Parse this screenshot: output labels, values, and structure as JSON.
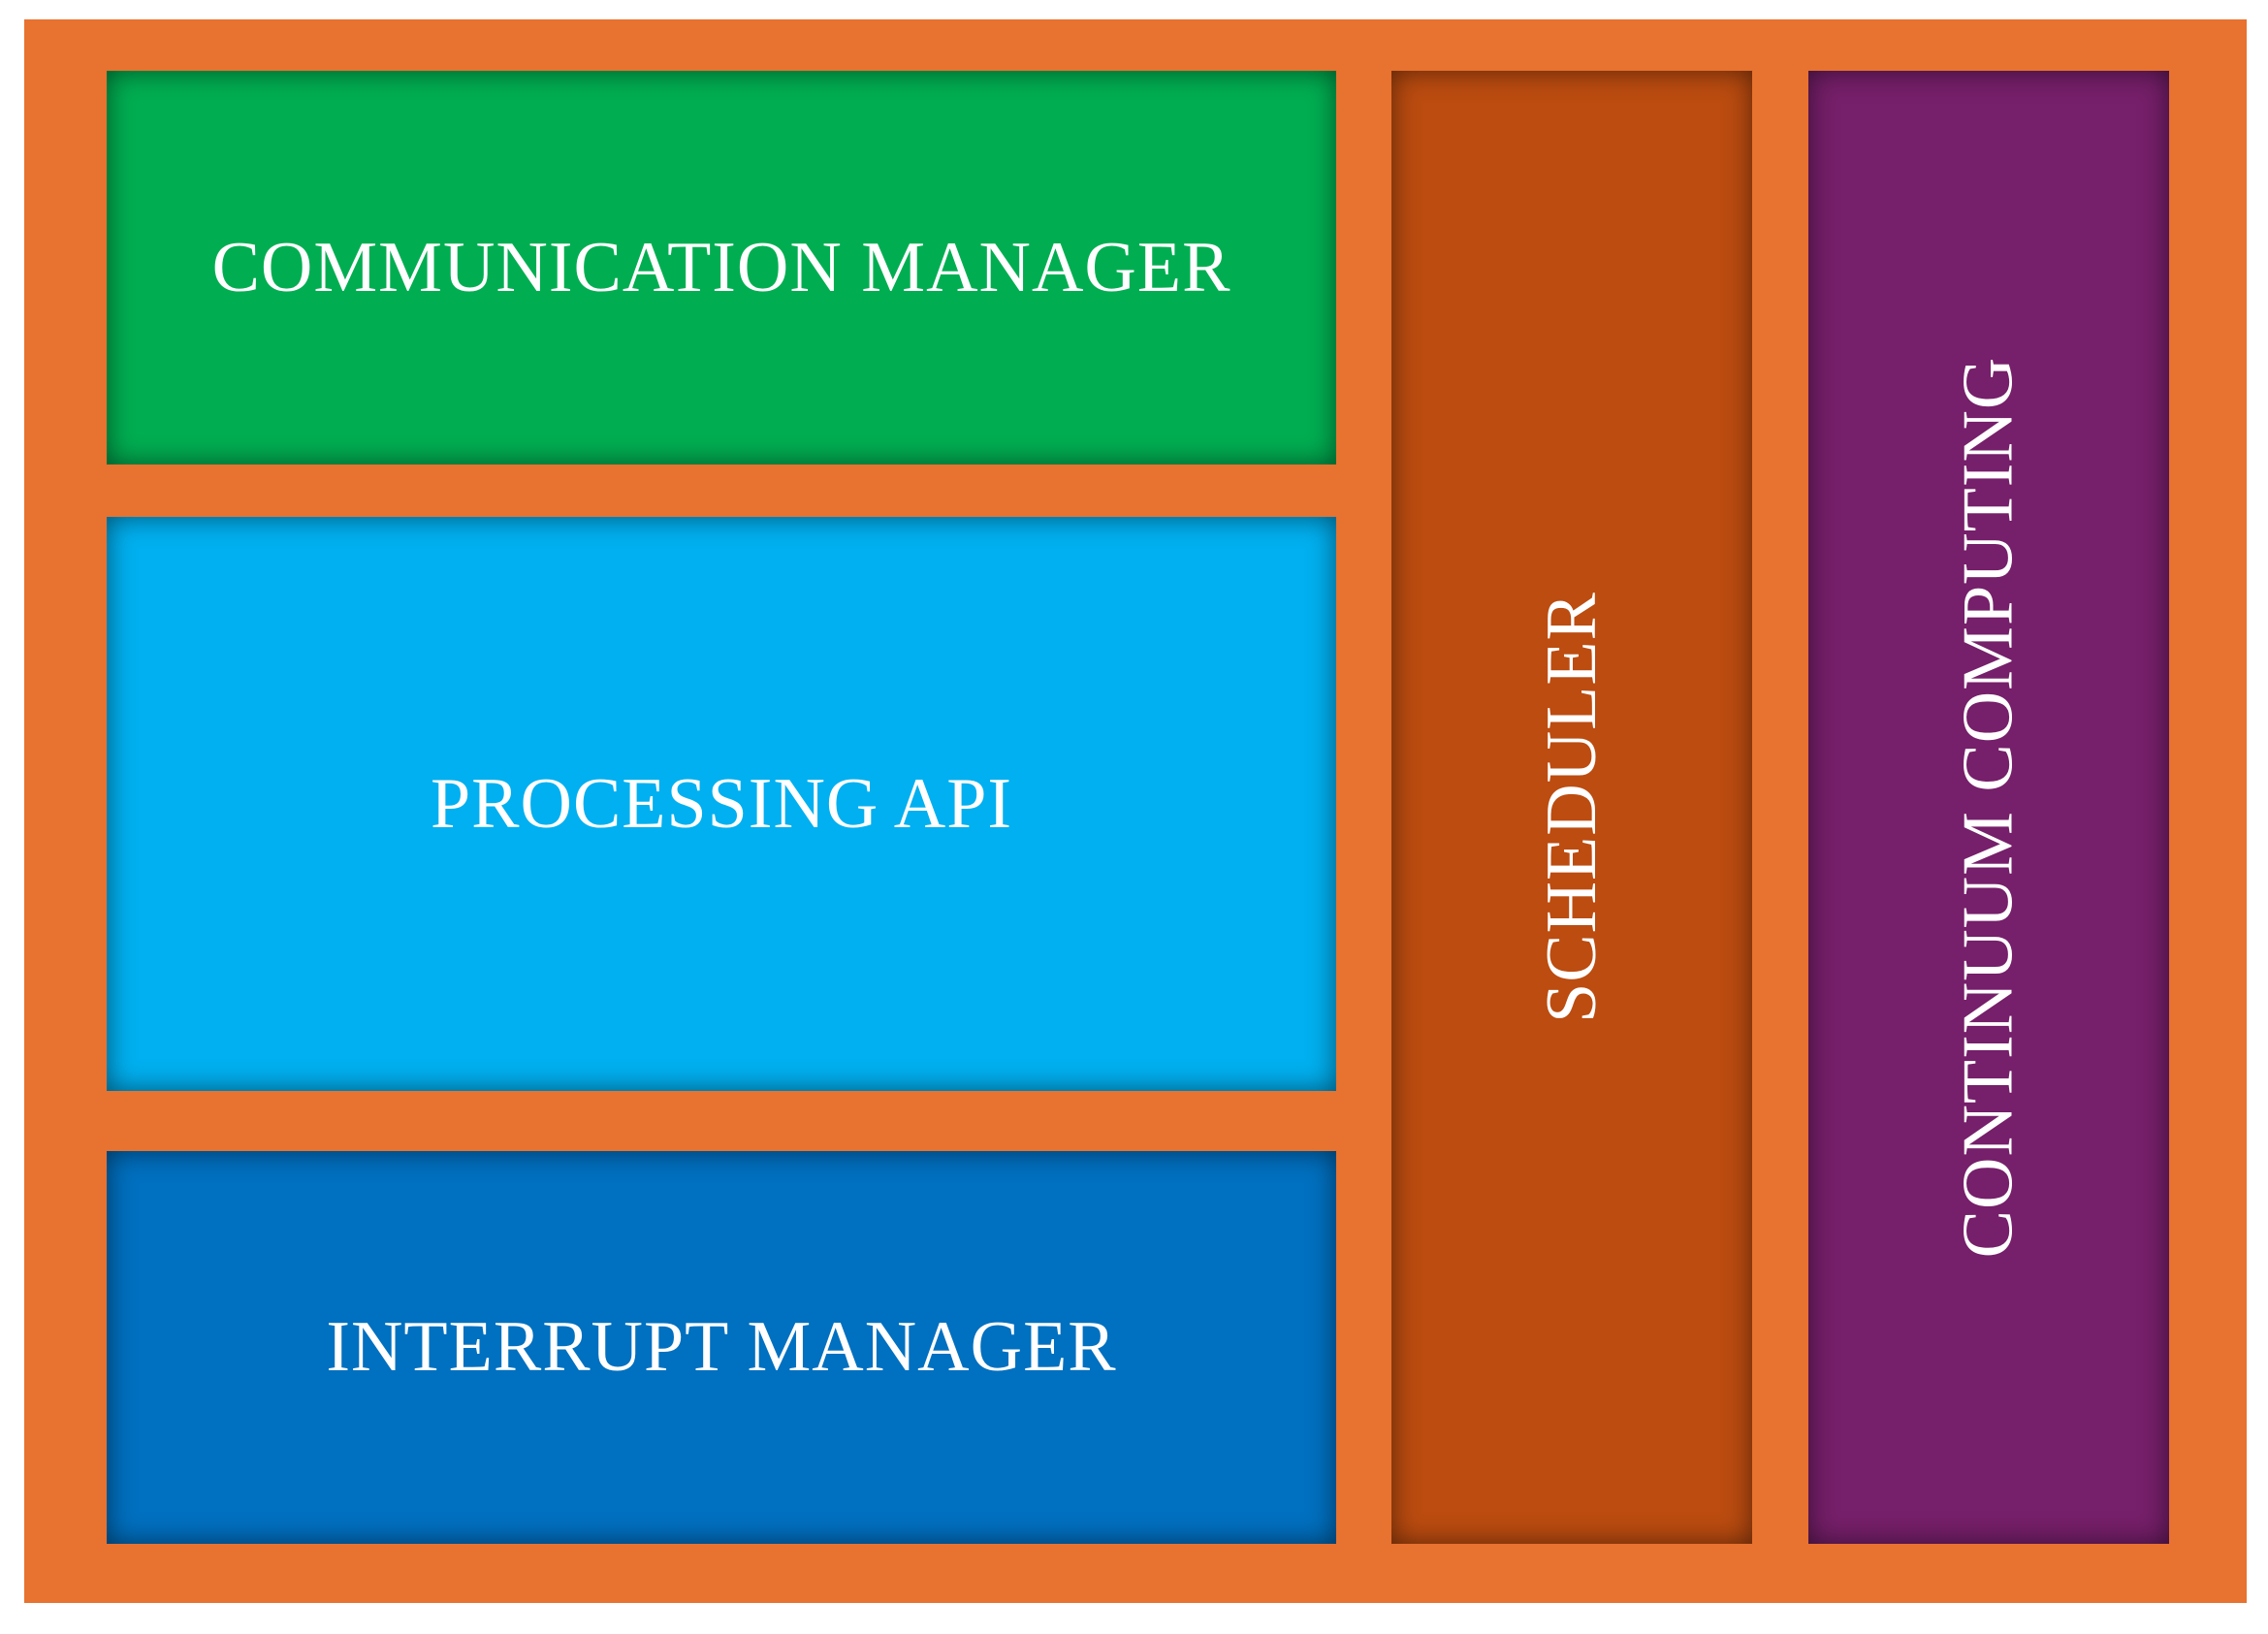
{
  "frame_color": "#e8722f",
  "blocks": {
    "communication_manager": {
      "label": "COMMUNICATION MANAGER",
      "color": "#00ae51"
    },
    "processing_api": {
      "label": "PROCESSING API",
      "color": "#00b0f0"
    },
    "interrupt_manager": {
      "label": "INTERRUPT MANAGER",
      "color": "#0070c0"
    },
    "scheduler": {
      "label": "SCHEDULER",
      "color": "#bc4c10"
    },
    "continuum_computing": {
      "label": "CONTINUUM COMPUTING",
      "color": "#761f6a"
    }
  }
}
